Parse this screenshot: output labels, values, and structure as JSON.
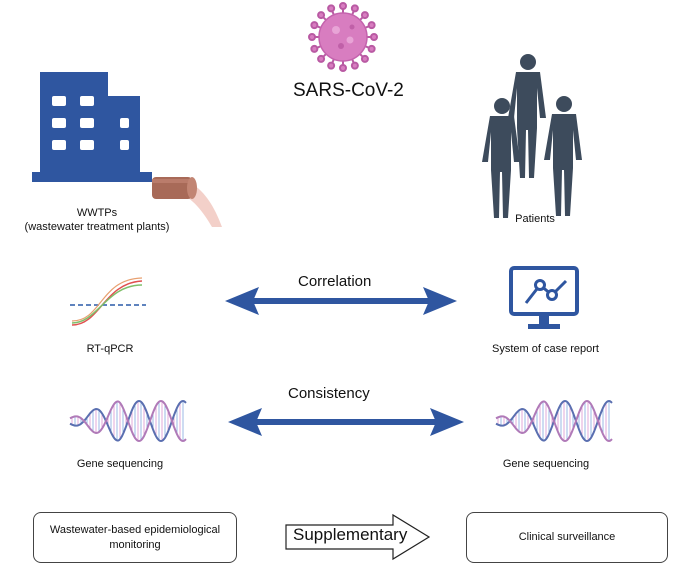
{
  "virus": {
    "label": "SARS-CoV-2"
  },
  "left": {
    "wwtp_label_line1": "WWTPs",
    "wwtp_label_line2": "(wastewater treatment plants)",
    "rtqpcr_label": "RT-qPCR",
    "gene_label": "Gene sequencing"
  },
  "right": {
    "patients_label": "Patients",
    "case_report_label": "System of case report",
    "gene_label": "Gene sequencing"
  },
  "arrows": {
    "correlation": "Correlation",
    "consistency": "Consistency"
  },
  "bottom": {
    "left_box_line1": "Wastewater-based epidemiological",
    "left_box_line2": "monitoring",
    "middle": "Supplementary",
    "right_box": "Clinical surveillance"
  },
  "colors": {
    "accent_blue": "#2f56a0",
    "figure_gray": "#3d4b5c",
    "virus_pink": "#d87dc0",
    "pipe_brown": "#a86a58"
  }
}
